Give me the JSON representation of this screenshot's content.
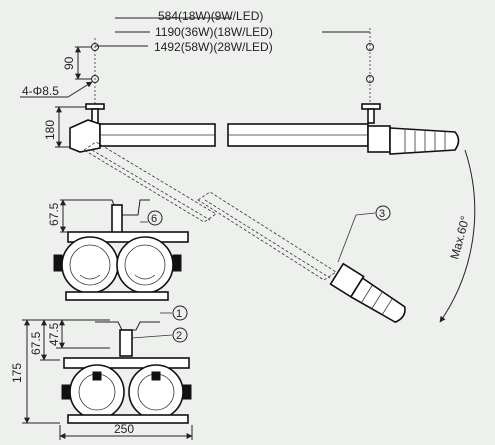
{
  "dimensions": {
    "length_18w": "584(18W)(9W/LED)",
    "length_36w": "1190(36W)(18W/LED)",
    "length_58w": "1492(58W)(28W/LED)",
    "hole_spacing": "90",
    "holes": "4-Φ8.5",
    "height_top": "180",
    "side_bracket_height": "67.5",
    "front_height_a": "67.5",
    "front_height_b": "47.5",
    "total_height": "175",
    "total_width": "250",
    "max_angle": "Max.60°"
  },
  "callouts": {
    "c1": "1",
    "c2": "2",
    "c3": "3",
    "c6": "6"
  },
  "colors": {
    "background": "#eef0ee",
    "line": "#222222"
  }
}
